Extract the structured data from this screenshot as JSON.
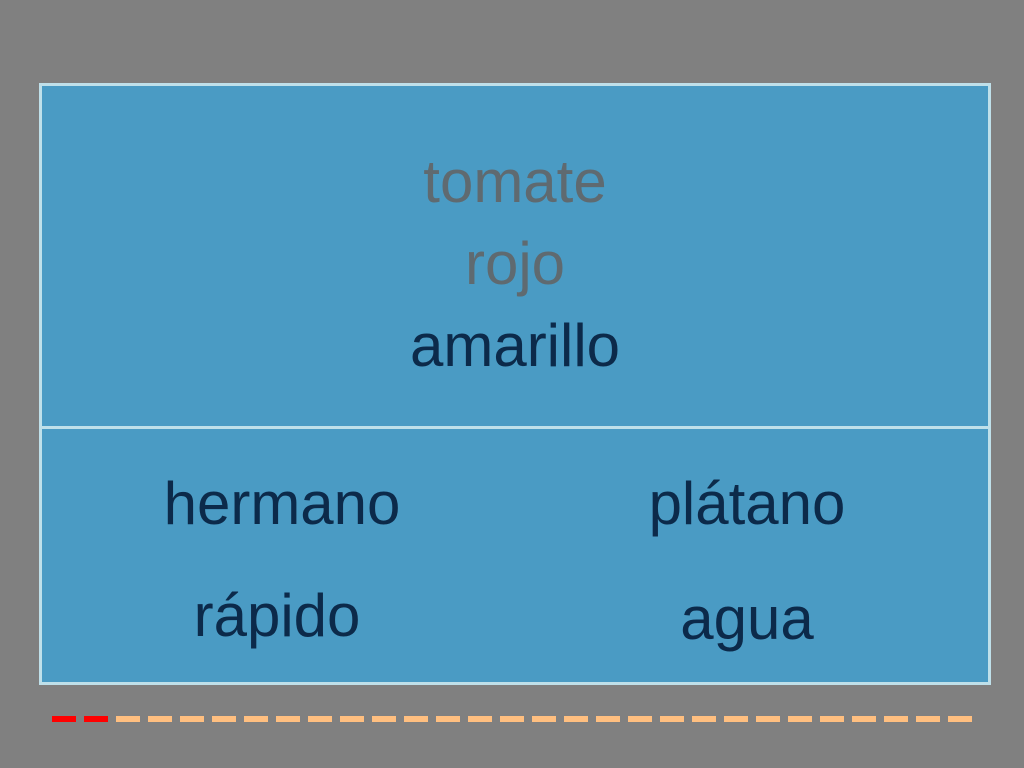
{
  "prompt": {
    "lines": [
      {
        "text": "tomate",
        "state": "done"
      },
      {
        "text": "rojo",
        "state": "done"
      },
      {
        "text": "amarillo",
        "state": "current"
      }
    ]
  },
  "choices": [
    {
      "label": "hermano"
    },
    {
      "label": "plátano"
    },
    {
      "label": "rápido"
    },
    {
      "label": "agua"
    }
  ],
  "progress": {
    "total": 29,
    "completed": 2
  },
  "colors": {
    "background": "#808080",
    "card": "#4a9bc4",
    "card_border": "#bfe0ea",
    "done_text": "#5f6a70",
    "current_text": "#0c2a4a",
    "progress_done": "#ff0000",
    "progress_pending": "#ffbf80"
  }
}
